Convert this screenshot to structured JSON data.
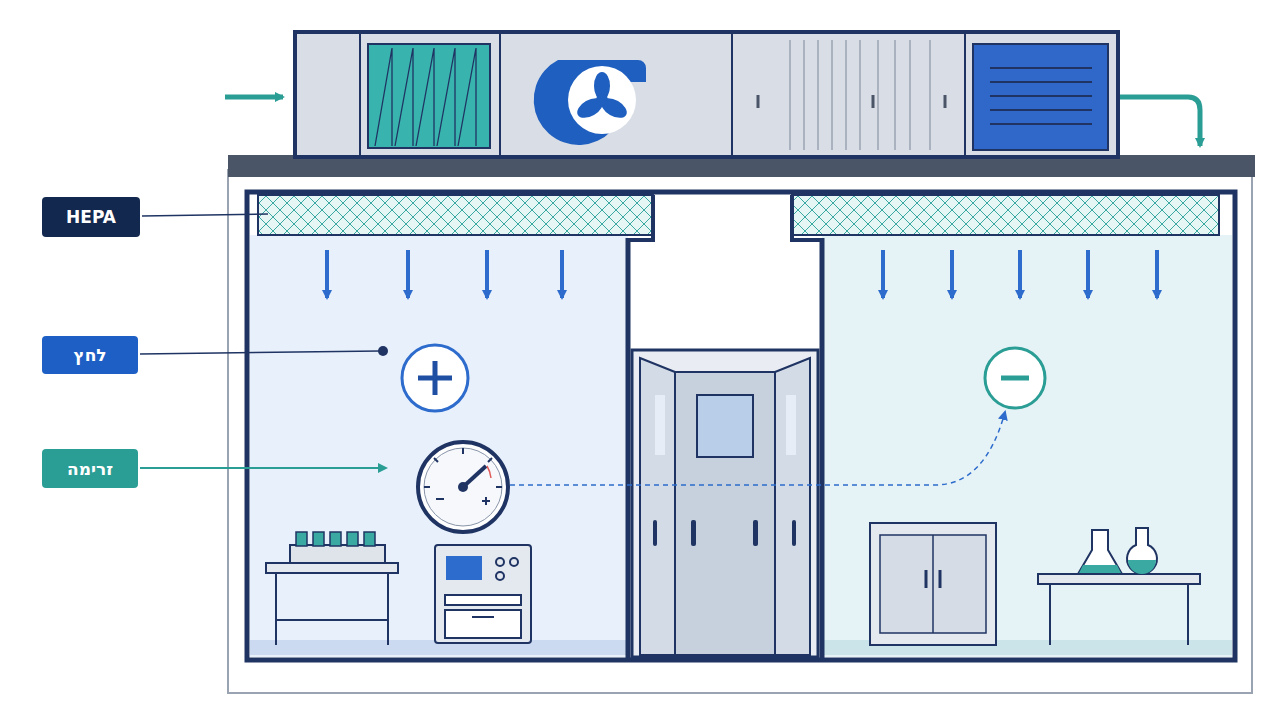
{
  "diagram": {
    "nodes": [
      {
        "text": [
          "HEPA"
        ]
      },
      {
        "text": [
          "לחץ"
        ]
      },
      {
        "text": [
          "זרימה"
        ]
      }
    ]
  }
}
